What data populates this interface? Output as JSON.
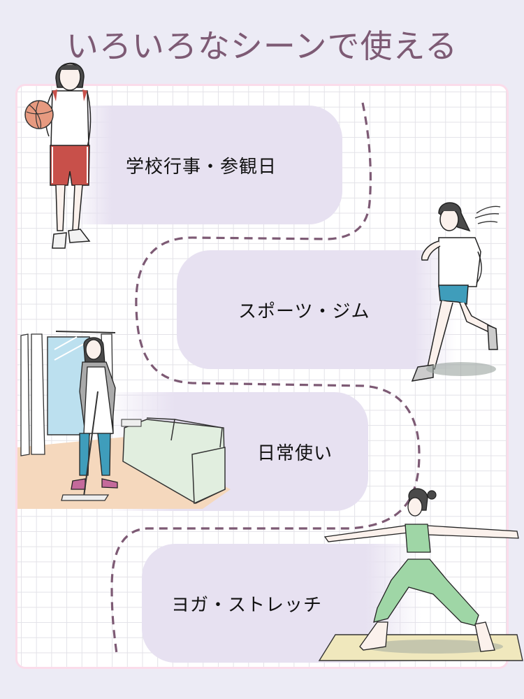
{
  "title": "いろいろなシーンで使える",
  "scenes": [
    {
      "label": "学校行事・参観日",
      "illustration": "basketball-player"
    },
    {
      "label": "スポーツ・ジム",
      "illustration": "runner"
    },
    {
      "label": "日常使い",
      "illustration": "woman-mopping-living-room"
    },
    {
      "label": "ヨガ・ストレッチ",
      "illustration": "yoga-warrior-pose"
    }
  ],
  "colors": {
    "background": "#ecebf5",
    "title": "#7d5a74",
    "card_border": "#fbdcea",
    "grid": "#e3e2e8",
    "pill": "#e7e1f1",
    "dashed_path": "#7d5a74"
  }
}
